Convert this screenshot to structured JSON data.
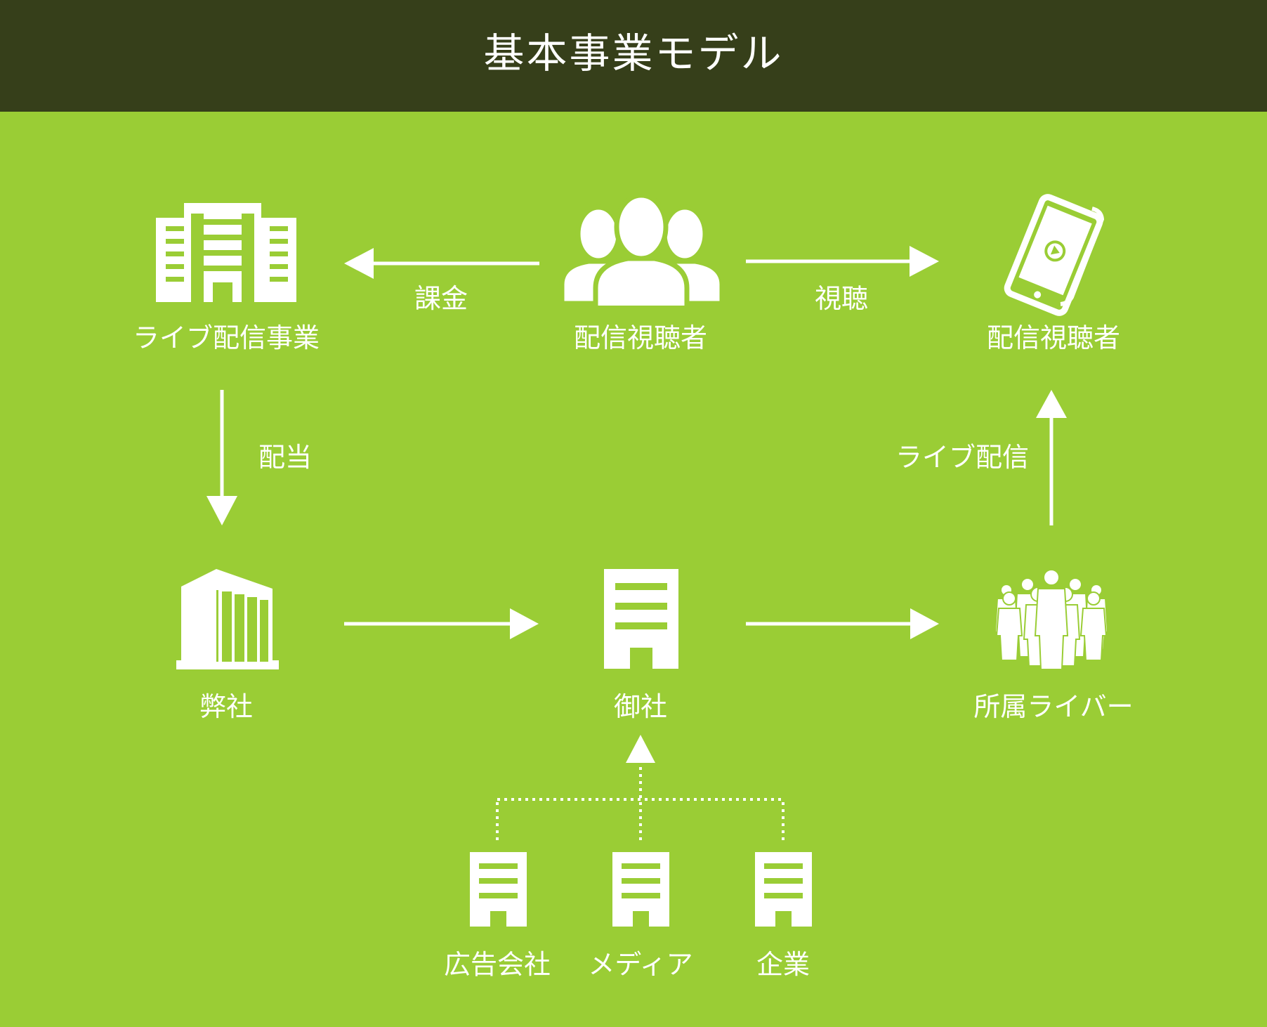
{
  "title": "基本事業モデル",
  "colors": {
    "background": "#9acd35",
    "header": "#363f1a",
    "foreground": "#ffffff"
  },
  "nodes": {
    "live_business": {
      "label": "ライブ配信事業",
      "icon": "office-buildings-icon"
    },
    "viewers_people": {
      "label": "配信視聴者",
      "icon": "user-group-icon"
    },
    "viewers_device": {
      "label": "配信視聴者",
      "icon": "smartphone-video-icon"
    },
    "our_company": {
      "label": "弊社",
      "icon": "office-building-icon"
    },
    "your_company": {
      "label": "御社",
      "icon": "building-icon"
    },
    "livers": {
      "label": "所属ライバー",
      "icon": "business-crowd-icon"
    },
    "ad_agency": {
      "label": "広告会社",
      "icon": "building-icon"
    },
    "media": {
      "label": "メディア",
      "icon": "building-icon"
    },
    "enterprise": {
      "label": "企業",
      "icon": "building-icon"
    }
  },
  "edges": {
    "billing": "課金",
    "viewing": "視聴",
    "dividend": "配当",
    "live_streaming": "ライブ配信"
  }
}
